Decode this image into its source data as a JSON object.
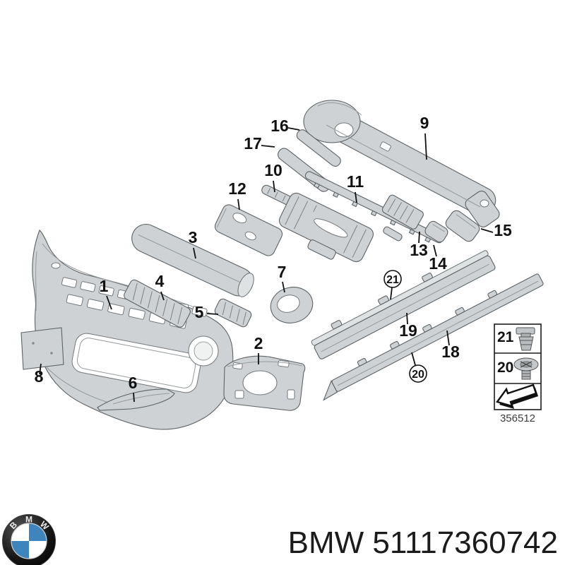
{
  "diagram": {
    "callouts": [
      {
        "n": "1"
      },
      {
        "n": "2"
      },
      {
        "n": "3"
      },
      {
        "n": "4"
      },
      {
        "n": "5"
      },
      {
        "n": "6"
      },
      {
        "n": "7"
      },
      {
        "n": "8"
      },
      {
        "n": "9"
      },
      {
        "n": "10"
      },
      {
        "n": "11"
      },
      {
        "n": "12"
      },
      {
        "n": "13"
      },
      {
        "n": "14"
      },
      {
        "n": "15"
      },
      {
        "n": "16"
      },
      {
        "n": "17"
      },
      {
        "n": "18"
      },
      {
        "n": "19"
      },
      {
        "n": "20"
      },
      {
        "n": "21"
      }
    ],
    "legend": {
      "rows": [
        {
          "n": "21",
          "icon": "expanding-rivet-icon"
        },
        {
          "n": "20",
          "icon": "grommet-screw-icon"
        }
      ],
      "arrow_icon": "direction-arrow-icon",
      "code": "356512"
    }
  },
  "footer": {
    "roundel_letters": [
      "B",
      "M",
      "W"
    ],
    "part_number": "BMW 51117360742"
  }
}
